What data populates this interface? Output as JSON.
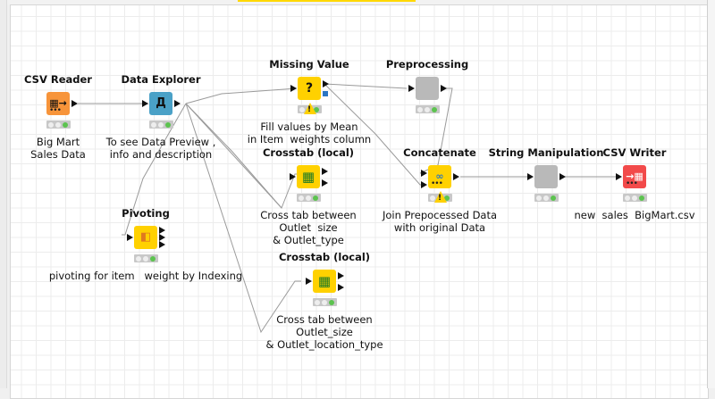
{
  "workflow": {
    "colors": {
      "reader": "#f7943a",
      "explorer": "#4aa1c7",
      "manipulator": "#ffd100",
      "metanode": "#b9b9b9",
      "writer": "#f24a4a",
      "status_ok": "#5cc34f"
    },
    "nodes": [
      {
        "id": "csv_reader",
        "title": "CSV Reader",
        "description": "Big Mart\nSales Data",
        "icon": "table-read-icon",
        "status": "executed"
      },
      {
        "id": "data_explorer",
        "title": "Data Explorer",
        "description": "To see Data Preview ,\ninfo and description",
        "icon": "data-explorer-icon",
        "status": "executed"
      },
      {
        "id": "missing_value",
        "title": "Missing Value",
        "description": "Fill values by Mean\nin Item  weights column",
        "icon": "question-mark-icon",
        "status": "warning"
      },
      {
        "id": "preprocessing",
        "title": "Preprocessing",
        "description": "",
        "icon": "metanode-icon",
        "status": "executed"
      },
      {
        "id": "crosstab1",
        "title": "Crosstab (local)",
        "description": "Cross tab between\nOutlet  size\n& Outlet_type",
        "icon": "grid-icon",
        "status": "executed"
      },
      {
        "id": "concatenate",
        "title": "Concatenate",
        "description": "Join Prepocessed Data\nwith original Data",
        "icon": "concatenate-icon",
        "status": "warning"
      },
      {
        "id": "string_manip",
        "title": "String Manipulation",
        "description": "",
        "icon": "metanode-icon",
        "status": "executed"
      },
      {
        "id": "csv_writer",
        "title": "CSV Writer",
        "description": "new  sales  BigMart.csv",
        "icon": "table-write-icon",
        "status": "executed"
      },
      {
        "id": "pivoting",
        "title": "Pivoting",
        "description": "pivoting for item   weight by Indexing",
        "icon": "pivot-icon",
        "status": "executed"
      },
      {
        "id": "crosstab2",
        "title": "Crosstab (local)",
        "description": "Cross tab between\nOutlet_size\n& Outlet_location_type",
        "icon": "grid-icon",
        "status": "executed"
      }
    ],
    "glyphs": {
      "question": "?",
      "warning": "!",
      "dots": "•••"
    }
  }
}
